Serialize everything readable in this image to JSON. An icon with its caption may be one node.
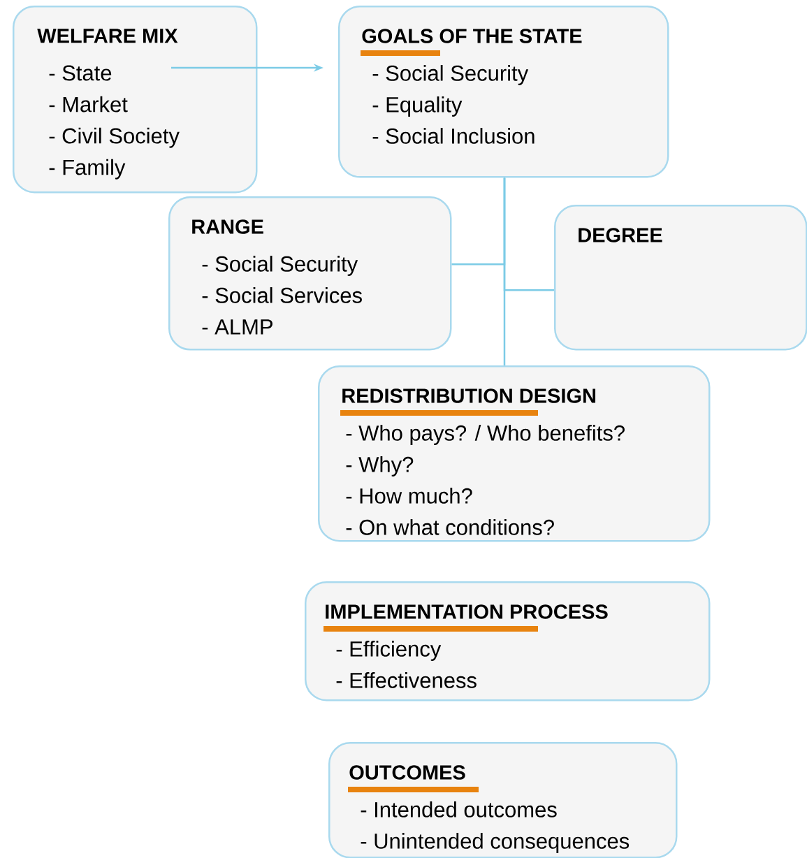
{
  "diagram": {
    "nodes": [
      {
        "text": [
          "WELFARE MIX",
          "- State",
          "- Market",
          "- Civil Society",
          "- Family"
        ]
      },
      {
        "text": [
          "GOALS OF THE STATE",
          "- Social Security",
          "- Equality",
          "- Social Inclusion"
        ]
      },
      {
        "text": [
          "RANGE",
          "- Social Security",
          "- Social Services",
          "- ALMP"
        ]
      },
      {
        "text": [
          "DEGREE"
        ]
      },
      {
        "text": [
          "REDISTRIBUTION DESIGN",
          "- Who pays? / Who benefits?",
          "- Why?",
          "- How much?",
          "- On what conditions?"
        ]
      },
      {
        "text": [
          "IMPLEMENTATION PROCESS",
          "- Efficiency",
          "- Effectiveness"
        ]
      },
      {
        "text": [
          "OUTCOMES",
          "- Intended outcomes",
          "- Unintended consequences"
        ]
      }
    ],
    "edges": [
      {
        "from": 0,
        "to": 1,
        "arrow": "to"
      },
      {
        "from": 1,
        "to": 2,
        "arrow": "none"
      },
      {
        "from": 1,
        "to": 3,
        "arrow": "none"
      },
      {
        "from": 1,
        "to": 4,
        "arrow": "none"
      }
    ]
  }
}
